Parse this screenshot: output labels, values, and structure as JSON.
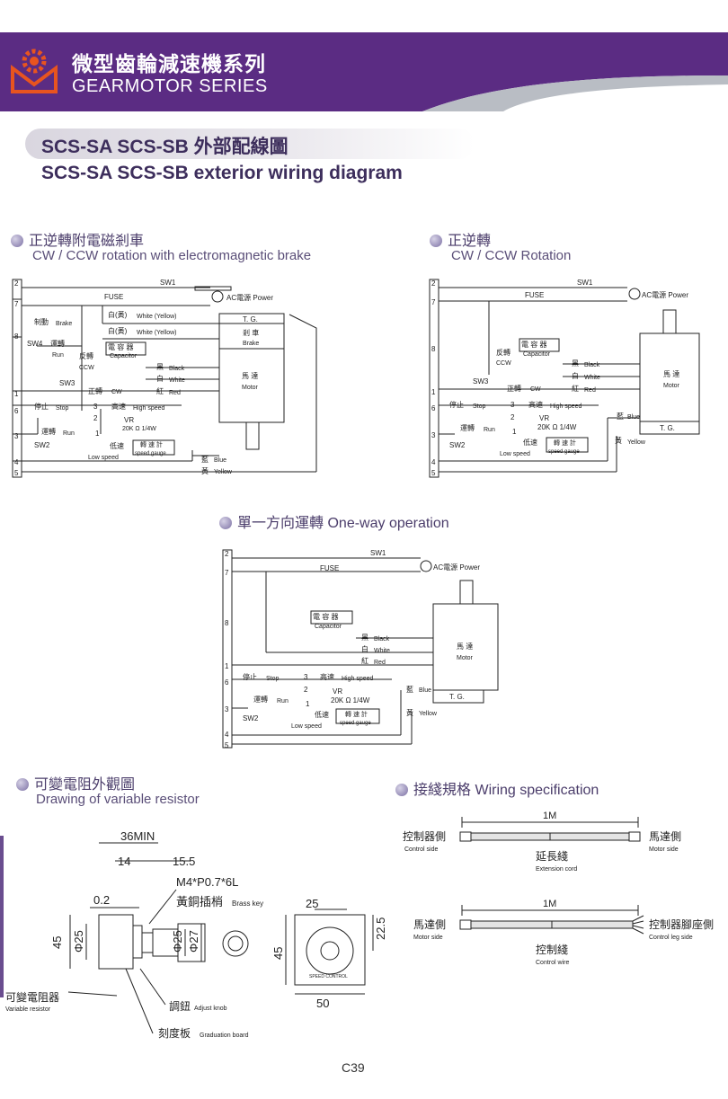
{
  "header": {
    "brand_zh": "微型齒輪減速機系列",
    "brand_en": "GEARMOTOR SERIES"
  },
  "title": {
    "zh": "SCS-SA SCS-SB 外部配線圖",
    "en": "SCS-SA SCS-SB exterior wiring diagram"
  },
  "sections": {
    "brake": {
      "zh": "正逆轉附電磁剎車",
      "en": "CW / CCW rotation with electromagnetic brake"
    },
    "rotation": {
      "zh": "正逆轉",
      "en": "CW / CCW Rotation"
    },
    "oneway": {
      "zh": "單一方向運轉",
      "en": "One-way operation"
    },
    "resistor": {
      "zh": "可變電阻外觀圖",
      "en": "Drawing of variable resistor"
    },
    "wiring": {
      "zh": "接綫規格",
      "en": "Wiring specification"
    }
  },
  "labels": {
    "sw1": "SW1",
    "sw2": "SW2",
    "sw3": "SW3",
    "sw4": "SW4",
    "fuse": "FUSE",
    "ac_power": "AC電源 Power",
    "white_yellow": "白(黃)",
    "white_yellow_en": "White (Yellow)",
    "brake_zh": "制動",
    "brake_en": "Brake",
    "run_zh": "運轉",
    "run_en": "Run",
    "tg": "T. G.",
    "brake_box_zh": "剎 車",
    "brake_box_en": "Brake",
    "motor_zh": "馬 達",
    "motor_en": "Motor",
    "ccw_zh": "反轉",
    "ccw_en": "CCW",
    "capacitor_zh": "電 容 器",
    "capacitor_en": "Capacitor",
    "black_zh": "黑",
    "black_en": "Black",
    "white_zh": "白",
    "white_en": "White",
    "red_zh": "紅",
    "red_en": "Red",
    "cw_zh": "正轉",
    "cw_en": "CW",
    "stop_zh": "停止",
    "stop_en": "Stop",
    "high_zh": "高速",
    "high_en": "High speed",
    "vr": "VR",
    "vr_spec": "20K Ω 1/4W",
    "low_zh": "低速",
    "low_en": "Low speed",
    "gauge_zh": "轉 速 計",
    "gauge_en": "speed gauge",
    "blue_zh": "藍",
    "blue_en": "Blue",
    "yellow_zh": "黃",
    "yellow_en": "Yellow",
    "t1": "1",
    "t2": "2",
    "t3": "3",
    "t4": "4",
    "t5": "5",
    "t6": "6",
    "t7": "7",
    "t8": "8"
  },
  "resistor": {
    "d36": "36MIN",
    "d14": "14",
    "d155": "15.5",
    "thread": "M4*P0.7*6L",
    "brass_zh": "黃銅插梢",
    "brass_en": "Brass key",
    "d02": "0.2",
    "d45": "45",
    "phi25a": "Φ25",
    "phi25b": "Φ25",
    "phi27": "Φ27",
    "d25": "25",
    "d225": "22.5",
    "d45b": "45",
    "d50": "50",
    "vr_zh": "可變電阻器",
    "vr_en": "Variable resistor",
    "knob_zh": "調鈕",
    "knob_en": "Adjust knob",
    "board_zh": "刻度板",
    "board_en": "Graduation board",
    "plate_text": "SPEED CONTROL"
  },
  "wiring": {
    "len1": "1M",
    "len2": "1M",
    "ctrl_side_zh": "控制器側",
    "ctrl_side_en": "Control side",
    "motor_side_zh": "馬達側",
    "motor_side_en": "Motor side",
    "ext_zh": "延長綫",
    "ext_en": "Extension cord",
    "motor_side2_zh": "馬達側",
    "motor_side2_en": "Motor side",
    "leg_zh": "控制器腳座側",
    "leg_en": "Control leg side",
    "wire_zh": "控制綫",
    "wire_en": "Control wire"
  },
  "footer": {
    "page": "C39"
  },
  "colors": {
    "brand_purple": "#5b2c83",
    "gray_band": "#b9bdc4"
  }
}
